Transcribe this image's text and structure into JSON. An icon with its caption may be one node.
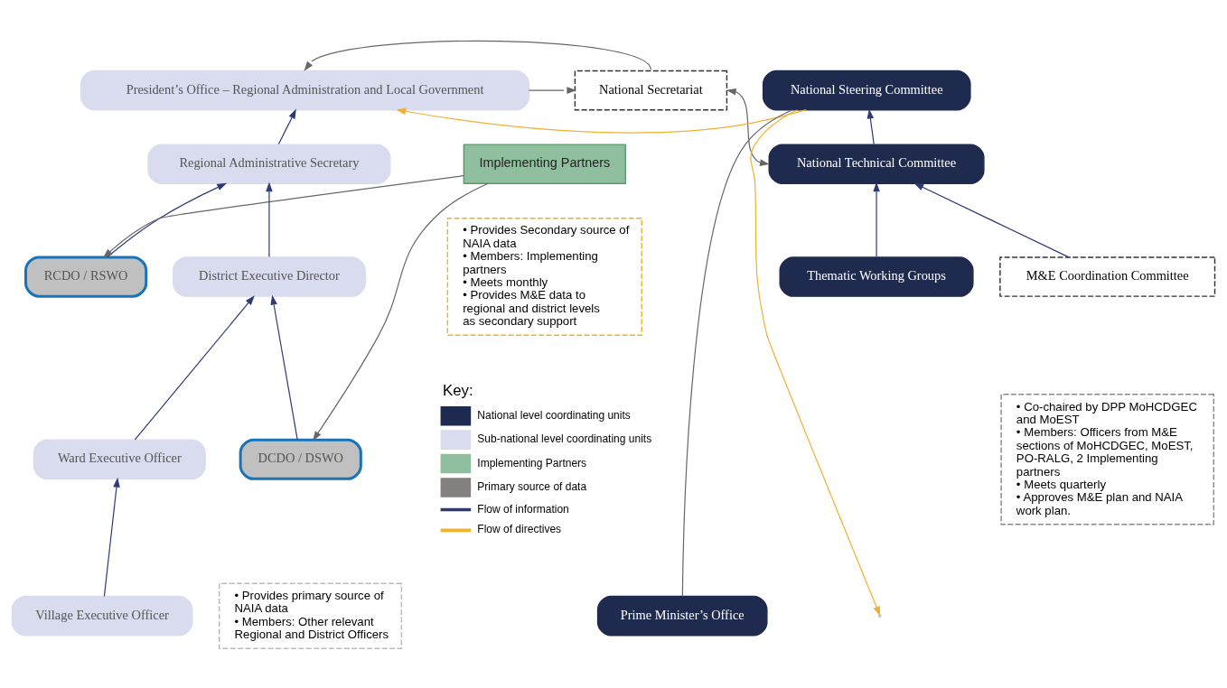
{
  "diagram": {
    "nodes": [
      {
        "text": [
          "President’s Office – Regional Administration and Local Government"
        ]
      },
      {
        "text": [
          "National Secretariat"
        ]
      },
      {
        "text": [
          "National Steering Committee"
        ]
      },
      {
        "text": [
          "Regional Administrative Secretary"
        ]
      },
      {
        "text": [
          "RCDO / RSWO"
        ]
      },
      {
        "text": [
          "Implementing Partners"
        ]
      },
      {
        "text": [
          "District Executive Director"
        ]
      },
      {
        "text": [
          "DCDO / DSWO"
        ]
      },
      {
        "text": [
          "National Technical Committee"
        ]
      },
      {
        "text": [
          "Prime Minister’s Office"
        ]
      },
      {
        "text": [
          "• Provides Secondary source of NAIA data • Members: Implementing partners • Meets monthly • Provides M&E data to regional and district levels as secondary support"
        ]
      },
      {
        "text": [
          "• Provides primary source of NAIA data • Members: Other relevant Regional and District Officers"
        ]
      },
      {
        "text": [
          "Ward Executive Officer"
        ]
      },
      {
        "text": [
          "Thematic Working Groups"
        ]
      },
      {
        "text": [
          "M&E Coordination Committee"
        ]
      },
      {
        "text": [
          "• Co-chaired by DPP MoHCDGEC and MoEST • Members: Officers from M&E sections of MoHCDGEC, MoEST, PO-RALG, 2 Implementing partners • Meets quarterly • Approves M&E plan and NAIA work plan."
        ]
      },
      {
        "text": [
          "Village Executive Officer"
        ]
      }
    ],
    "edges": [
      {
        "from": 2,
        "to": 0,
        "arrow": "to",
        "color": "#f0b030"
      },
      {
        "from": 2,
        "to": null,
        "arrow": "to",
        "color": "#f0b030"
      },
      {
        "from": 0,
        "to": 1,
        "arrow": "to",
        "color": "#666666"
      },
      {
        "from": 1,
        "to": 0,
        "arrow": "to",
        "color": "#666666"
      },
      {
        "from": 1,
        "to": 8,
        "arrow": "both",
        "color": "#666666"
      },
      {
        "from": 2,
        "to": 9,
        "arrow": "none",
        "color": "#666666"
      },
      {
        "from": 5,
        "to": 4,
        "arrow": "to",
        "color": "#666666"
      },
      {
        "from": 5,
        "to": 7,
        "arrow": "to",
        "color": "#666666"
      },
      {
        "from": 3,
        "to": 0,
        "arrow": "to"
      },
      {
        "from": 4,
        "to": 3,
        "arrow": "to"
      },
      {
        "from": 6,
        "to": 3,
        "arrow": "to"
      },
      {
        "from": 7,
        "to": 6,
        "arrow": "to"
      },
      {
        "from": 12,
        "to": 6,
        "arrow": "to"
      },
      {
        "from": 16,
        "to": 12,
        "arrow": "to"
      },
      {
        "from": 8,
        "to": 2,
        "arrow": "to"
      },
      {
        "from": 13,
        "to": 8,
        "arrow": "to"
      },
      {
        "from": 14,
        "to": 8,
        "arrow": "to"
      }
    ],
    "labels": [
      "Key:"
    ],
    "legend": [
      {
        "text": "National level coordinating units",
        "color": "#1f2a4f"
      },
      {
        "text": "Sub-national level coordinating units",
        "color": "#d9dcee"
      },
      {
        "text": "Implementing Partners",
        "color": "#8fbf9f"
      },
      {
        "text": "Primary source of data",
        "color": "#858080"
      },
      {
        "text": "Flow of information"
      },
      {
        "text": "Flow of directives"
      }
    ]
  }
}
